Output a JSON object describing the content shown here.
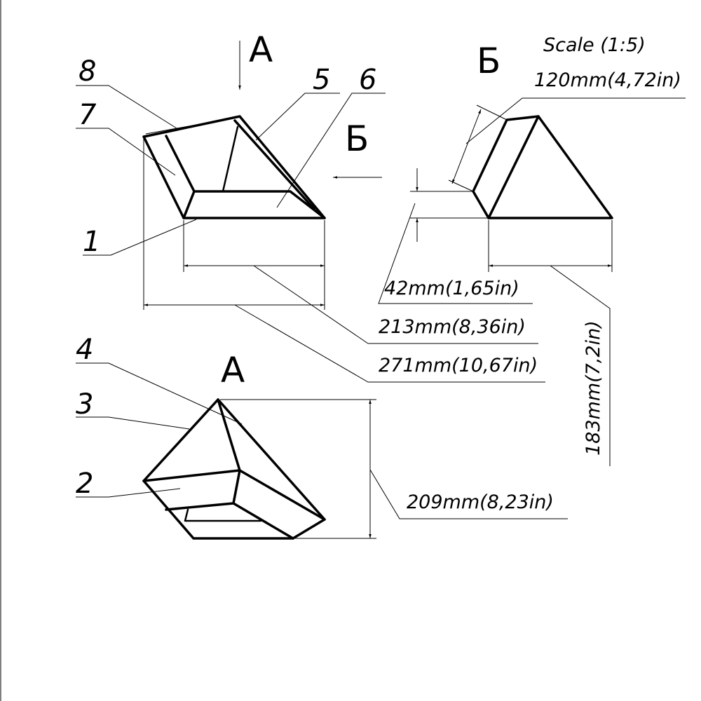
{
  "views": {
    "view_a_arrow_label": "A",
    "view_b_arrow_label": "Б",
    "view_a_title": "A",
    "view_b_title": "Б"
  },
  "scale": "Scale (1:5)",
  "callouts": [
    "1",
    "2",
    "3",
    "4",
    "5",
    "6",
    "7",
    "8"
  ],
  "dimensions": {
    "d120": "120mm(4,72in)",
    "d42": "42mm(1,65in)",
    "d213": "213mm(8,36in)",
    "d271": "271mm(10,67in)",
    "d183": "183mm(7,2in)",
    "d209": "209mm(8,23in)"
  }
}
